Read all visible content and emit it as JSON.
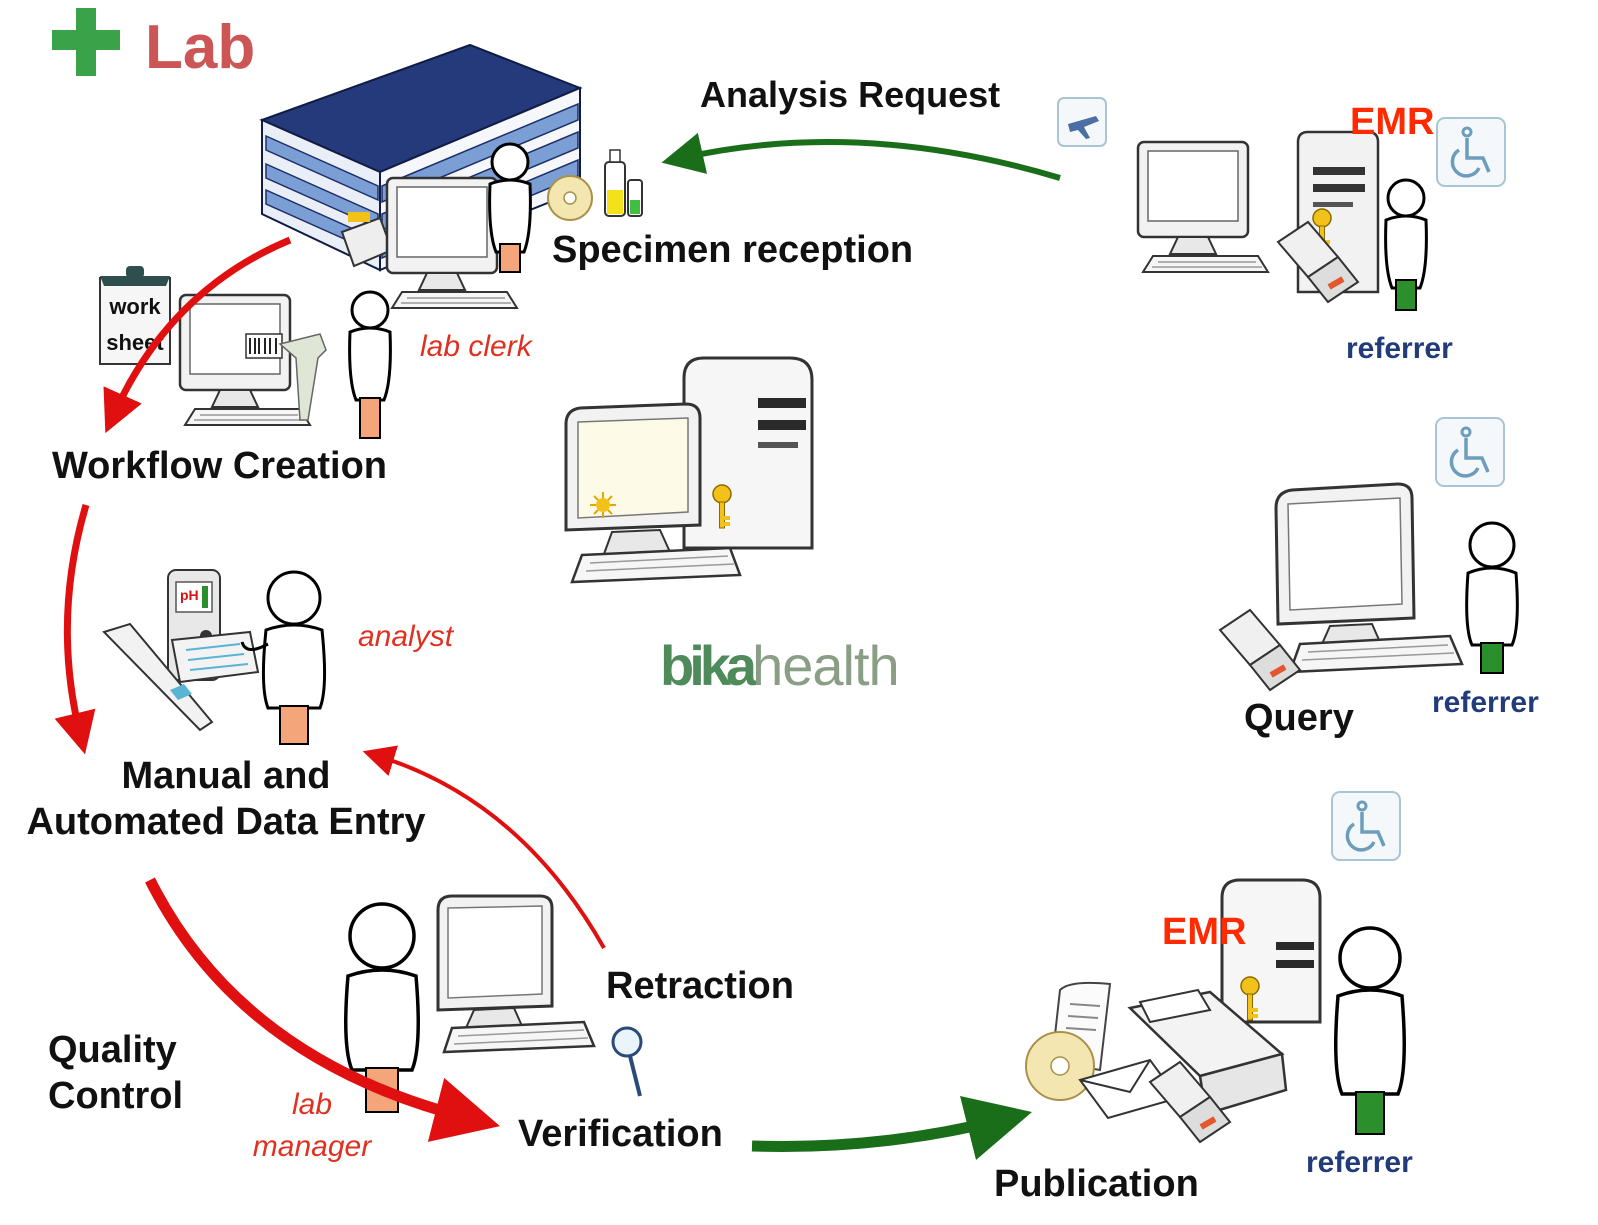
{
  "brand": {
    "title": "Lab",
    "title_color": "#cc5555",
    "cross_color": "#3aa34a"
  },
  "logo": {
    "part1": "bika",
    "part2": "health",
    "part1_color": "#4f8a5b",
    "part2_color": "#8a9e86",
    "k_color": "#c0392b"
  },
  "labels": {
    "analysis_request": "Analysis Request",
    "specimen_reception": "Specimen reception",
    "workflow_creation": "Workflow Creation",
    "data_entry_line1": "Manual and",
    "data_entry_line2": "Automated Data Entry",
    "quality_control_line1": "Quality",
    "quality_control_line2": "Control",
    "retraction": "Retraction",
    "verification": "Verification",
    "publication": "Publication",
    "query": "Query"
  },
  "roles": {
    "lab_clerk": "lab clerk",
    "analyst": "analyst",
    "lab_manager_line1": "lab",
    "lab_manager_line2": "manager"
  },
  "referrers": {
    "top": "referrer",
    "middle": "referrer",
    "bottom": "referrer"
  },
  "emr": {
    "top": "EMR",
    "bottom": "EMR"
  },
  "worksheet": {
    "line1": "work",
    "line2": "sheet"
  },
  "device": {
    "ph": "pH"
  },
  "colors": {
    "red_arrow": "#e01010",
    "green_arrow": "#1a6e1a",
    "role_text": "#e03020",
    "referrer_text": "#223b7a",
    "emr_text": "#ff2a00"
  }
}
